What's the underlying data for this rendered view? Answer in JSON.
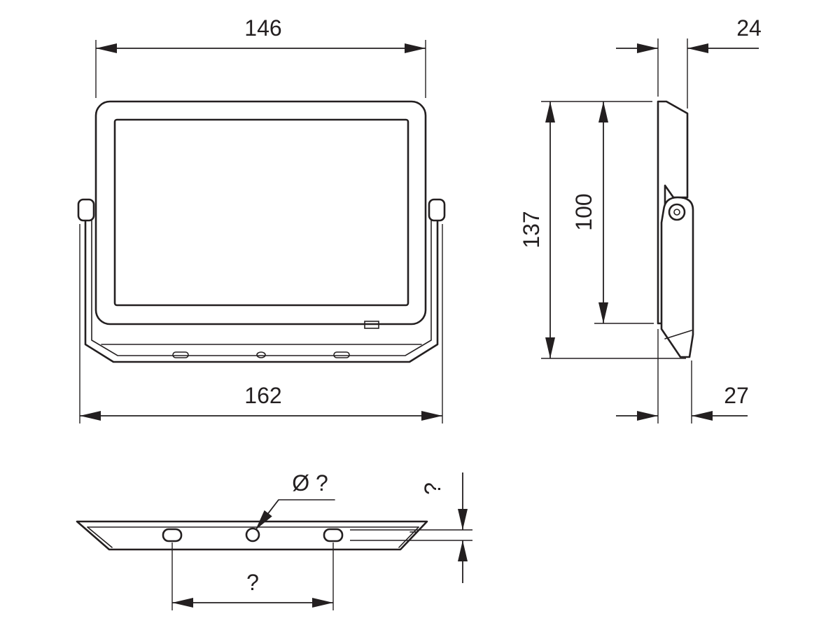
{
  "dimensions": {
    "front_top_width": "146",
    "front_bottom_width": "162",
    "side_top_depth": "24",
    "side_bottom_depth": "27",
    "overall_height": "137",
    "inner_height": "100"
  },
  "bracket": {
    "hole_diameter": "Ø ?",
    "hole_spacing": "?",
    "thickness": "?"
  }
}
